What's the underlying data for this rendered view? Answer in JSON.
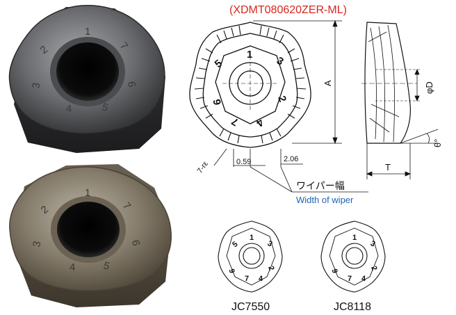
{
  "title": "(XDMT080620ZER-ML)",
  "top_photo": {
    "numbers": [
      "1",
      "2",
      "3",
      "4",
      "5",
      "6",
      "7"
    ]
  },
  "bottom_photo": {
    "numbers": [
      "1",
      "2",
      "3",
      "4",
      "5",
      "6",
      "7"
    ]
  },
  "drawing": {
    "insert_numbers": [
      "1",
      "2",
      "3",
      "4",
      "5",
      "6",
      "7"
    ],
    "dimensions": {
      "A": "A",
      "phiD": "φD",
      "theta": "θ°",
      "T": "T",
      "kappa": "7-rε",
      "dim_059": "0.59",
      "dim_206": "2.06"
    },
    "wiper_label_jp": "ワイパー幅",
    "wiper_label_en": "Width of wiper"
  },
  "grades": [
    {
      "name": "JC7550"
    },
    {
      "name": "JC8118"
    }
  ],
  "colors": {
    "title": "#d9261c",
    "wiper_en": "#1f63b5",
    "line": "#111111"
  }
}
